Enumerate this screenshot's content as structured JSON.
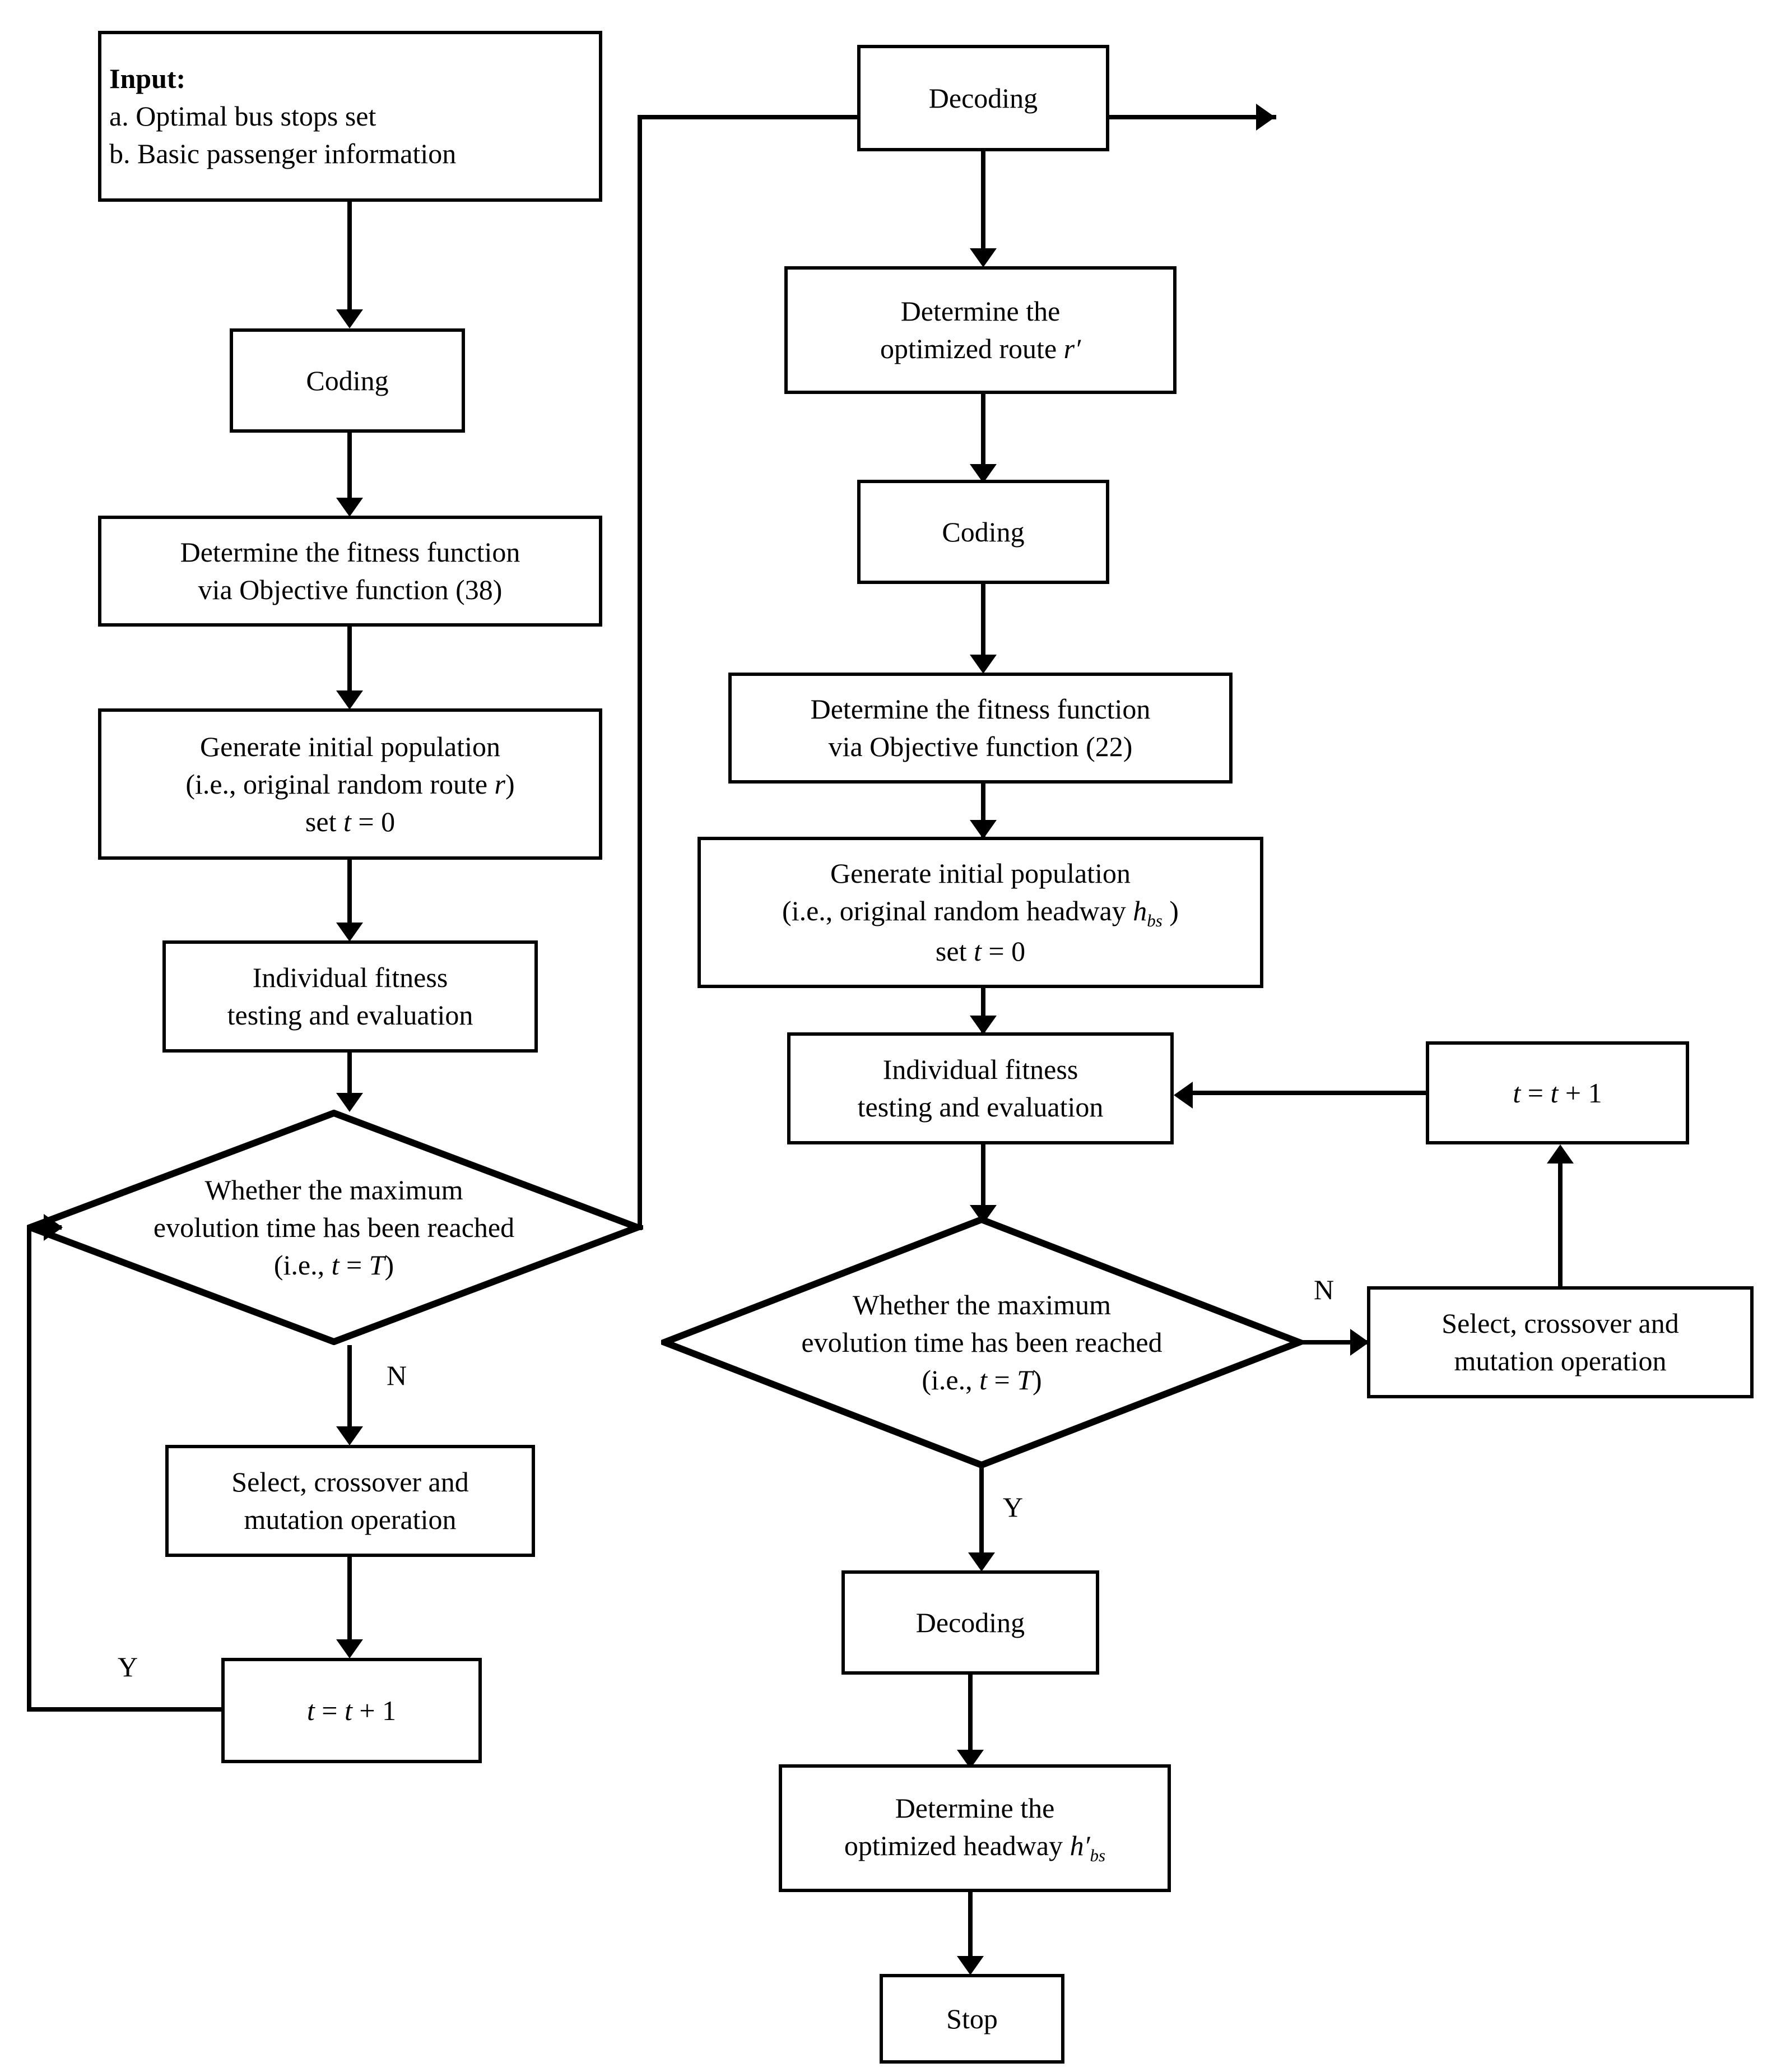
{
  "diagram": {
    "title": "Genetic algorithm flowchart for bus route and headway optimization",
    "type": "flowchart",
    "line_color": "#000000",
    "fill_color": "#ffffff"
  },
  "left_branch": {
    "input": {
      "heading": "Input:",
      "item_a": "a. Optimal bus stops set",
      "item_b": "b. Basic passenger information"
    },
    "coding": "Coding",
    "fitness": {
      "line1": "Determine the fitness function",
      "line2": "via Objective function (38)"
    },
    "population": {
      "line1": "Generate initial population",
      "line2_pre": "(i.e., original random route ",
      "line2_var": "r",
      "line2_post": ")",
      "line3_pre": "set ",
      "line3_var": "t",
      "line3_post": " = 0"
    },
    "evaluation": {
      "line1": "Individual fitness",
      "line2": "testing and evaluation"
    },
    "decision": {
      "line1": "Whether the maximum",
      "line2": "evolution time has been reached",
      "line3_pre": "(i.e., ",
      "line3_var1": "t",
      "line3_mid": " = ",
      "line3_var2": "T",
      "line3_post": ")"
    },
    "decision_no_label": "N",
    "decision_yes_label": "Y",
    "operation": {
      "line1": "Select, crossover and",
      "line2": "mutation operation"
    },
    "increment": {
      "var": "t",
      "expr": " = ",
      "var2": "t",
      "tail": " + 1"
    }
  },
  "right_branch": {
    "decoding_top": "Decoding",
    "route": {
      "line1": "Determine the",
      "line2_pre": "optimized route ",
      "line2_var": "r",
      "line2_prime": "′"
    },
    "coding": "Coding",
    "fitness": {
      "line1": "Determine the fitness function",
      "line2": "via Objective function (22)"
    },
    "population": {
      "line1": "Generate initial population",
      "line2_pre": "(i.e., original random headway ",
      "line2_var": "h",
      "line2_sub": "bs",
      "line2_post": " )",
      "line3_pre": "set ",
      "line3_var": "t",
      "line3_post": " = 0"
    },
    "evaluation": {
      "line1": "Individual fitness",
      "line2": "testing and evaluation"
    },
    "decision": {
      "line1": "Whether the maximum",
      "line2": "evolution time has been reached",
      "line3_pre": "(i.e., ",
      "line3_var1": "t",
      "line3_mid": " = ",
      "line3_var2": "T",
      "line3_post": ")"
    },
    "decision_no_label": "N",
    "decision_yes_label": "Y",
    "operation": {
      "line1": "Select, crossover and",
      "line2": "mutation operation"
    },
    "increment": {
      "var": "t",
      "expr": " = ",
      "var2": "t",
      "tail": " + 1"
    },
    "decoding_bottom": "Decoding",
    "headway": {
      "line1": "Determine the",
      "line2_pre": "optimized headway ",
      "line2_var": "h",
      "line2_prime": "′",
      "line2_sub": "bs"
    },
    "stop": "Stop"
  }
}
